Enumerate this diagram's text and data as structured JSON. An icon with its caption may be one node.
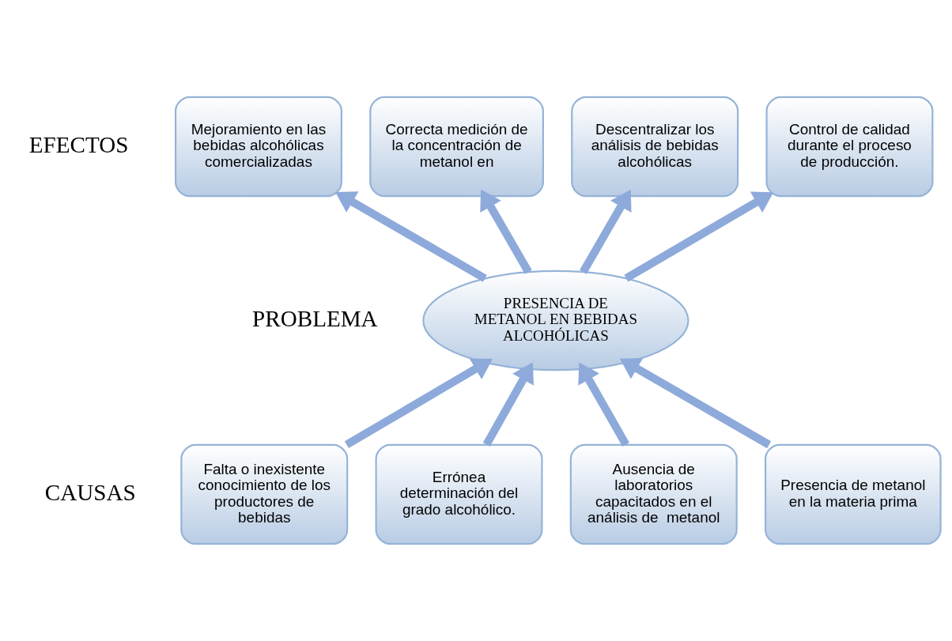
{
  "diagram": {
    "nodes": [
      {
        "text": [
          "PRESENCIA DE METANOL EN BEBIDAS ALCOHÓLICAS"
        ]
      },
      {
        "text": [
          "Mejoramiento en las bebidas alcohólicas comercializadas"
        ]
      },
      {
        "text": [
          "Correcta medición de la concentración de metanol en"
        ]
      },
      {
        "text": [
          "Descentralizar los análisis de bebidas alcohólicas"
        ]
      },
      {
        "text": [
          "Control de calidad durante el proceso de producción."
        ]
      },
      {
        "text": [
          "Falta o inexistente conocimiento de los productores de bebidas"
        ]
      },
      {
        "text": [
          "Errónea determinación del grado alcohólico."
        ]
      },
      {
        "text": [
          "Ausencia de laboratorios capacitados en el análisis de  metanol"
        ]
      },
      {
        "text": [
          "Presencia de metanol en la materia prima"
        ]
      }
    ],
    "edges": [
      {
        "from": 0,
        "to": 1,
        "arrow": "to"
      },
      {
        "from": 0,
        "to": 2,
        "arrow": "to"
      },
      {
        "from": 0,
        "to": 3,
        "arrow": "to"
      },
      {
        "from": 0,
        "to": 4,
        "arrow": "to"
      },
      {
        "from": 5,
        "to": 0,
        "arrow": "to"
      },
      {
        "from": 6,
        "to": 0,
        "arrow": "to"
      },
      {
        "from": 7,
        "to": 0,
        "arrow": "to"
      },
      {
        "from": 8,
        "to": 0,
        "arrow": "to"
      }
    ],
    "labels": [
      "EFECTOS",
      "PROBLEMA",
      "CAUSAS"
    ]
  }
}
